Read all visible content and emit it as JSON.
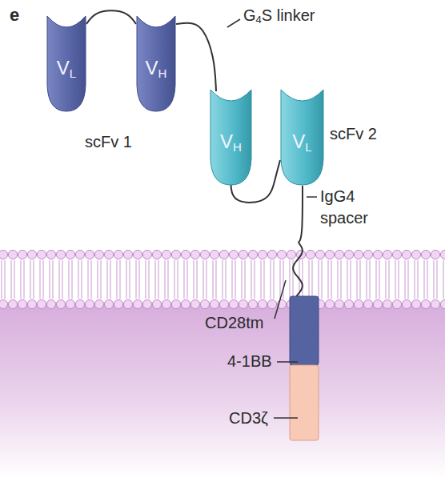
{
  "diagram": {
    "nodes": [
      {
        "text": [
          "VL"
        ]
      },
      {
        "text": [
          "VH"
        ]
      },
      {
        "text": [
          "VH"
        ]
      },
      {
        "text": [
          "VL"
        ]
      }
    ],
    "edges": [
      {
        "from": 0,
        "to": 1,
        "arrow": "none"
      },
      {
        "from": 1,
        "to": 2,
        "arrow": "none"
      },
      {
        "from": 2,
        "to": 3,
        "arrow": "none"
      }
    ],
    "labels": [
      "e",
      "G4S linker",
      "scFv 1",
      "scFv 2",
      "IgG4 spacer",
      "CD28tm",
      "4-1BB",
      "CD3ζ"
    ]
  }
}
